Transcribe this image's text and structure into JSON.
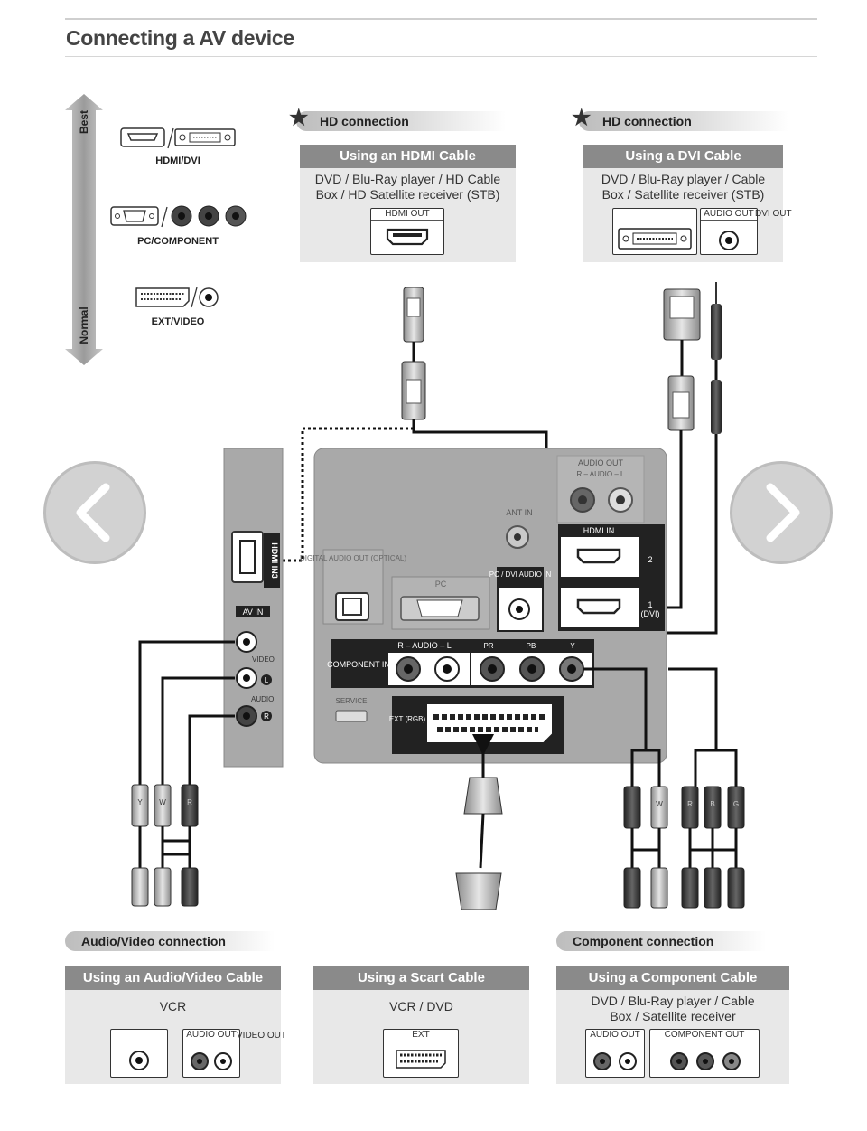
{
  "title": "Connecting a AV device",
  "scale": {
    "best": "Best",
    "normal": "Normal"
  },
  "port_types": {
    "hdmi_dvi": "HDMI/DVI",
    "pc_component": "PC/COMPONENT",
    "ext_video": "EXT/VIDEO"
  },
  "sections": {
    "hd1": "HD connection",
    "hd2": "HD connection",
    "av": "Audio/Video connection",
    "component": "Component connection"
  },
  "devices": {
    "hdmi": {
      "title": "Using an HDMI Cable",
      "desc": "DVD / Blu-Ray player / HD Cable Box / HD Satellite receiver (STB)",
      "port": "HDMI OUT"
    },
    "dvi": {
      "title": "Using a DVI Cable",
      "desc": "DVD / Blu-Ray player / Cable Box / Satellite receiver (STB)",
      "port_audio": "AUDIO OUT",
      "port_dvi": "DVI OUT"
    },
    "av": {
      "title": "Using an Audio/Video Cable",
      "desc": "VCR",
      "port_audio": "AUDIO OUT",
      "port_video": "VIDEO OUT"
    },
    "scart": {
      "title": "Using a Scart Cable",
      "desc": "VCR / DVD",
      "port": "EXT"
    },
    "component": {
      "title": "Using a Component Cable",
      "desc": "DVD / Blu-Ray player / Cable Box / Satellite receiver",
      "port_audio": "AUDIO OUT",
      "port_component": "COMPONENT OUT"
    }
  },
  "tv_panel": {
    "hdmi_in3": "HDMI IN3",
    "av_in": "AV IN",
    "video": "VIDEO",
    "audio": "AUDIO",
    "l": "L",
    "r": "R",
    "audio_out": "AUDIO OUT",
    "audio_rl": "R – AUDIO – L",
    "ant_in": "ANT IN",
    "hdmi_in": "HDMI IN",
    "port2": "2",
    "port1": "1",
    "port1_dvi": "(DVI)",
    "digital_audio_out": "DIGITAL AUDIO OUT (OPTICAL)",
    "pc": "PC",
    "pc_dvi_audio_in": "PC / DVI AUDIO IN",
    "component_in": "COMPONENT IN",
    "comp_audio": "R – AUDIO – L",
    "pr": "PR",
    "pb": "PB",
    "y": "Y",
    "service": "SERVICE",
    "ext_rgb": "EXT (RGB)"
  },
  "plug_letters": [
    "Y",
    "W",
    "R",
    "W",
    "R",
    "B",
    "G"
  ]
}
